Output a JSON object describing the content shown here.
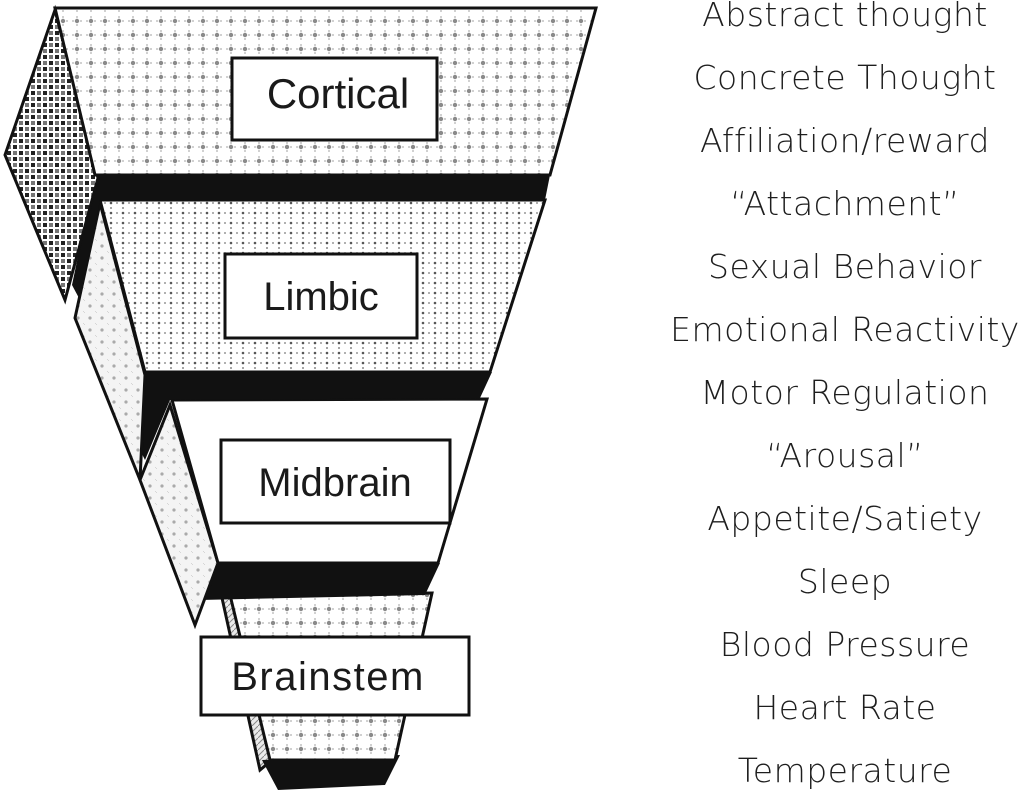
{
  "diagram": {
    "title": "",
    "levels": [
      {
        "id": "cortical",
        "label": "Cortical"
      },
      {
        "id": "limbic",
        "label": "Limbic"
      },
      {
        "id": "midbrain",
        "label": "Midbrain"
      },
      {
        "id": "brainstem",
        "label": "Brainstem"
      }
    ],
    "functions": [
      "Abstract thought",
      "Concrete Thought",
      "Affiliation/reward",
      "“Attachment”",
      "Sexual Behavior",
      "Emotional Reactivity",
      "Motor Regulation",
      "“Arousal”",
      "Appetite/Satiety",
      "Sleep",
      "Blood Pressure",
      "Heart Rate",
      "Temperature"
    ],
    "colors": {
      "ink": "#111111",
      "background": "#ffffff"
    }
  }
}
